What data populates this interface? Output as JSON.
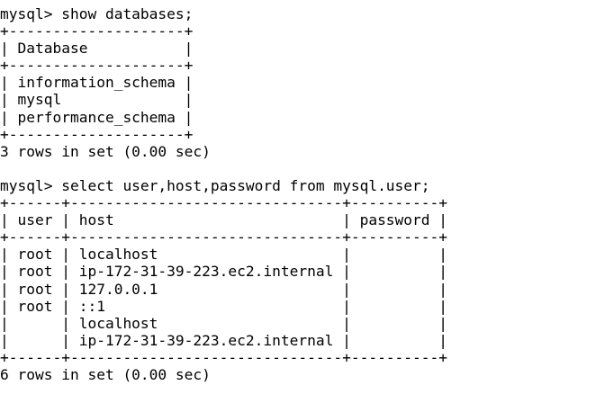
{
  "terminal": {
    "lines": [
      "mysql> show databases;",
      "+--------------------+",
      "| Database           |",
      "+--------------------+",
      "| information_schema |",
      "| mysql              |",
      "| performance_schema |",
      "+--------------------+",
      "3 rows in set (0.00 sec)",
      "",
      "mysql> select user,host,password from mysql.user;",
      "+------+-------------------------------+----------+",
      "| user | host                          | password |",
      "+------+-------------------------------+----------+",
      "| root | localhost                     |          |",
      "| root | ip-172-31-39-223.ec2.internal |          |",
      "| root | 127.0.0.1                     |          |",
      "| root | ::1                           |          |",
      "|      | localhost                     |          |",
      "|      | ip-172-31-39-223.ec2.internal |          |",
      "+------+-------------------------------+----------+",
      "6 rows in set (0.00 sec)"
    ]
  }
}
